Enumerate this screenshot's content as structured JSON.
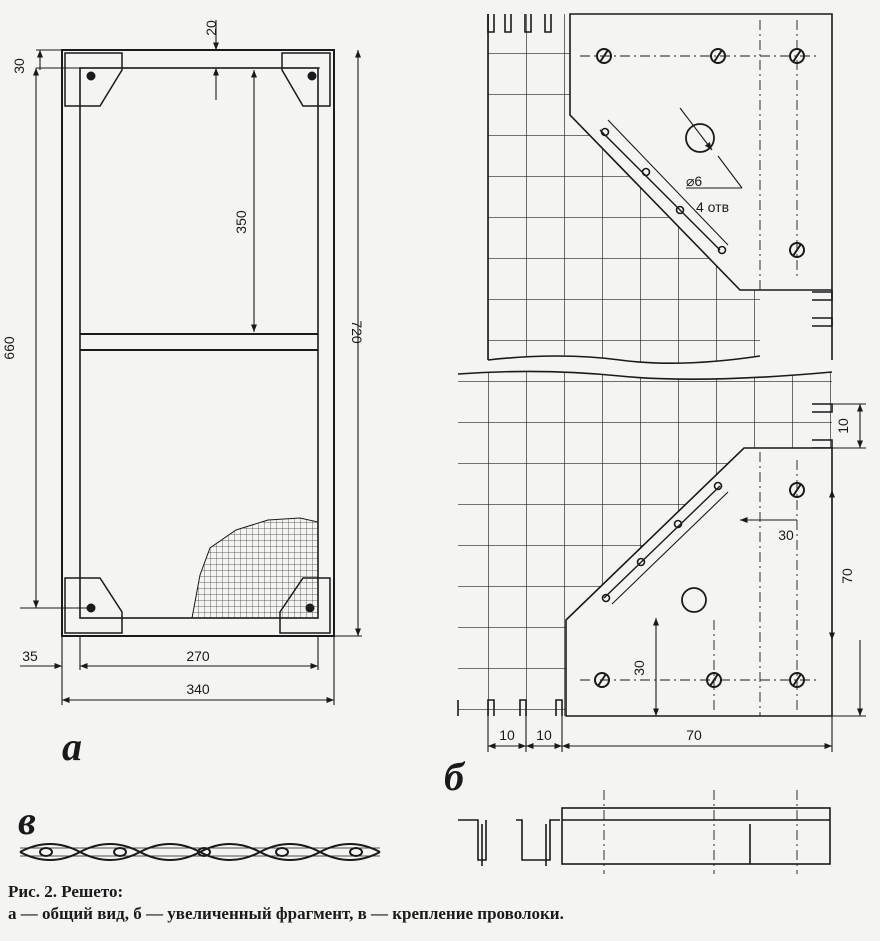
{
  "figure_a": {
    "label": "а",
    "dims": {
      "top_offset": "20",
      "corner": "30",
      "span": "350",
      "inner_height": "660",
      "outer_height": "720",
      "edge": "35",
      "inner_width": "270",
      "outer_width": "340"
    }
  },
  "figure_b": {
    "label": "б",
    "hole_dia": "⌀6",
    "hole_count": "4 отв",
    "dims": {
      "d10_right": "10",
      "d30_h": "30",
      "d70_v": "70",
      "d30_v": "30",
      "d10_a": "10",
      "d10_b": "10",
      "d70_h": "70"
    }
  },
  "figure_v": {
    "label": "в"
  },
  "caption": {
    "title": "Рис. 2. Решето:",
    "text": "а — общий вид, б — увеличенный фрагмент, в — крепление проволоки."
  }
}
